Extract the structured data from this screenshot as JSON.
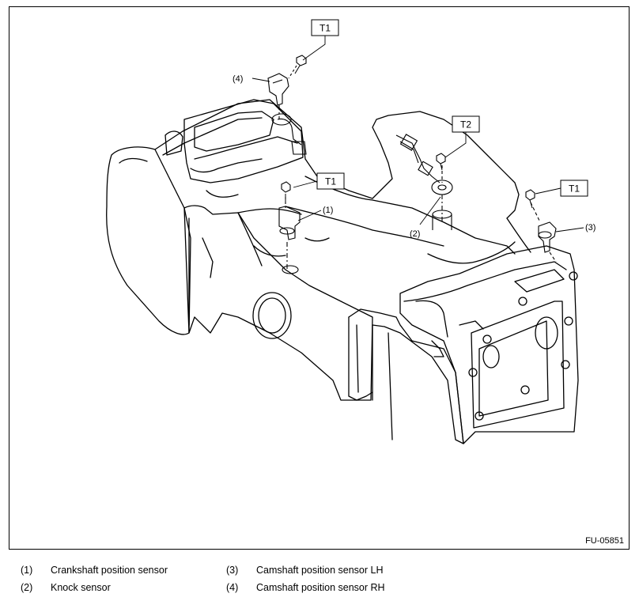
{
  "figure": {
    "id": "FU-05851"
  },
  "torque_tags": [
    {
      "key": "t1a",
      "label": "T1"
    },
    {
      "key": "t1b",
      "label": "T1"
    },
    {
      "key": "t2",
      "label": "T2"
    },
    {
      "key": "t1c",
      "label": "T1"
    }
  ],
  "callouts": [
    {
      "key": "c4",
      "label": "(4)"
    },
    {
      "key": "c1",
      "label": "(1)"
    },
    {
      "key": "c2",
      "label": "(2)"
    },
    {
      "key": "c3",
      "label": "(3)"
    }
  ],
  "legend": [
    {
      "num": "(1)",
      "text": "Crankshaft position sensor"
    },
    {
      "num": "(2)",
      "text": "Knock sensor"
    },
    {
      "num": "(3)",
      "text": "Camshaft position sensor LH"
    },
    {
      "num": "(4)",
      "text": "Camshaft position sensor RH"
    }
  ]
}
